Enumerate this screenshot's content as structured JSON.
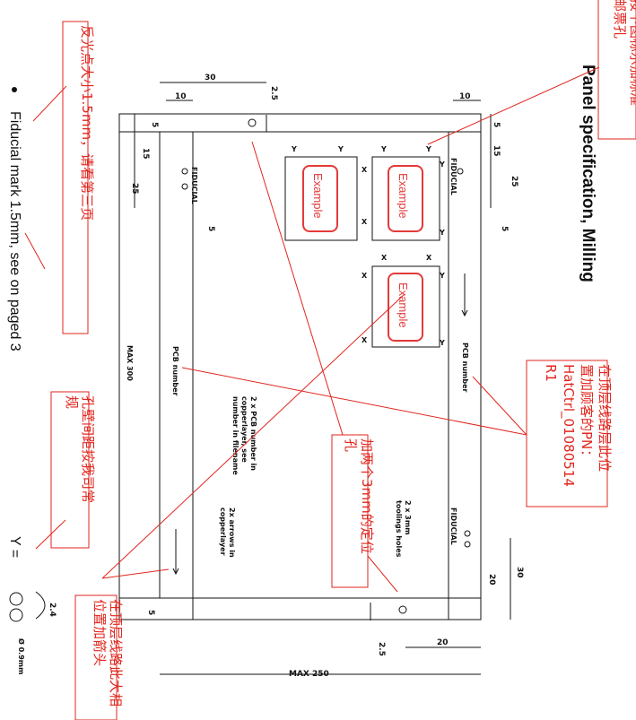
{
  "document": {
    "title": "Panel specification, Milling",
    "bullet": "Fiducial mark 1.5mm, see on paged 3",
    "y_eq": "Y ="
  },
  "drawing": {
    "dims": {
      "d30_top": "30",
      "d10_top": "10",
      "d2_5_top": "2.5",
      "d10_right": "10",
      "d5_a": "5",
      "d15_a": "15",
      "d25_a": "25",
      "d5_b": "5",
      "d15_b": "15",
      "d25_b": "25",
      "d5_mid": "5",
      "d5_mid2": "5",
      "d30_bot": "30",
      "d20_bot": "20",
      "d5_bot": "5",
      "d2_5_bot": "2.5",
      "d20_bot2": "20",
      "max300": "MAX 300",
      "max250": "MAX 250",
      "small_2_4": "2.4",
      "small_dia": "Ø 0.9mm"
    },
    "labels": {
      "fiducial_1": "FIDUCIAL",
      "fiducial_2": "FIDUCIAL",
      "fiducial_3": "FIDUCIAL",
      "pcb_number_1": "PCB number",
      "pcb_number_2": "PCB number",
      "note_pcb_1": "2 x PCB number in",
      "note_pcb_2": "copperlayer, see",
      "note_pcb_3": "number in filename",
      "note_arrows_1": "2x arrows in",
      "note_arrows_2": "copperlayer",
      "note_holes_1": "2 x 3mm",
      "note_holes_2": "toolings holes"
    },
    "example_label": "Example",
    "xy": {
      "x": "X",
      "y": "Y"
    }
  },
  "annotations": {
    "a1_l1": "反光点大小1.5mm，请看第三页",
    "a2_l1": "孔壁间距按我司常",
    "a2_l2": "规",
    "a3_l1": "加两个3mm的定位",
    "a3_l2": "孔",
    "a4_l1": "在顶层线路层此位",
    "a4_l2": "置加顾客的PN：",
    "a4_l3": "HatCtrl_01080514",
    "a4_l4": "R1",
    "a5_l1": "在顶层线路此大相",
    "a5_l2": "位置加箭头",
    "a6_l1": "按下图标示加标准",
    "a6_l2": "邮票孔"
  },
  "colors": {
    "annotation_red": "#e0261e",
    "line": "#111111"
  }
}
